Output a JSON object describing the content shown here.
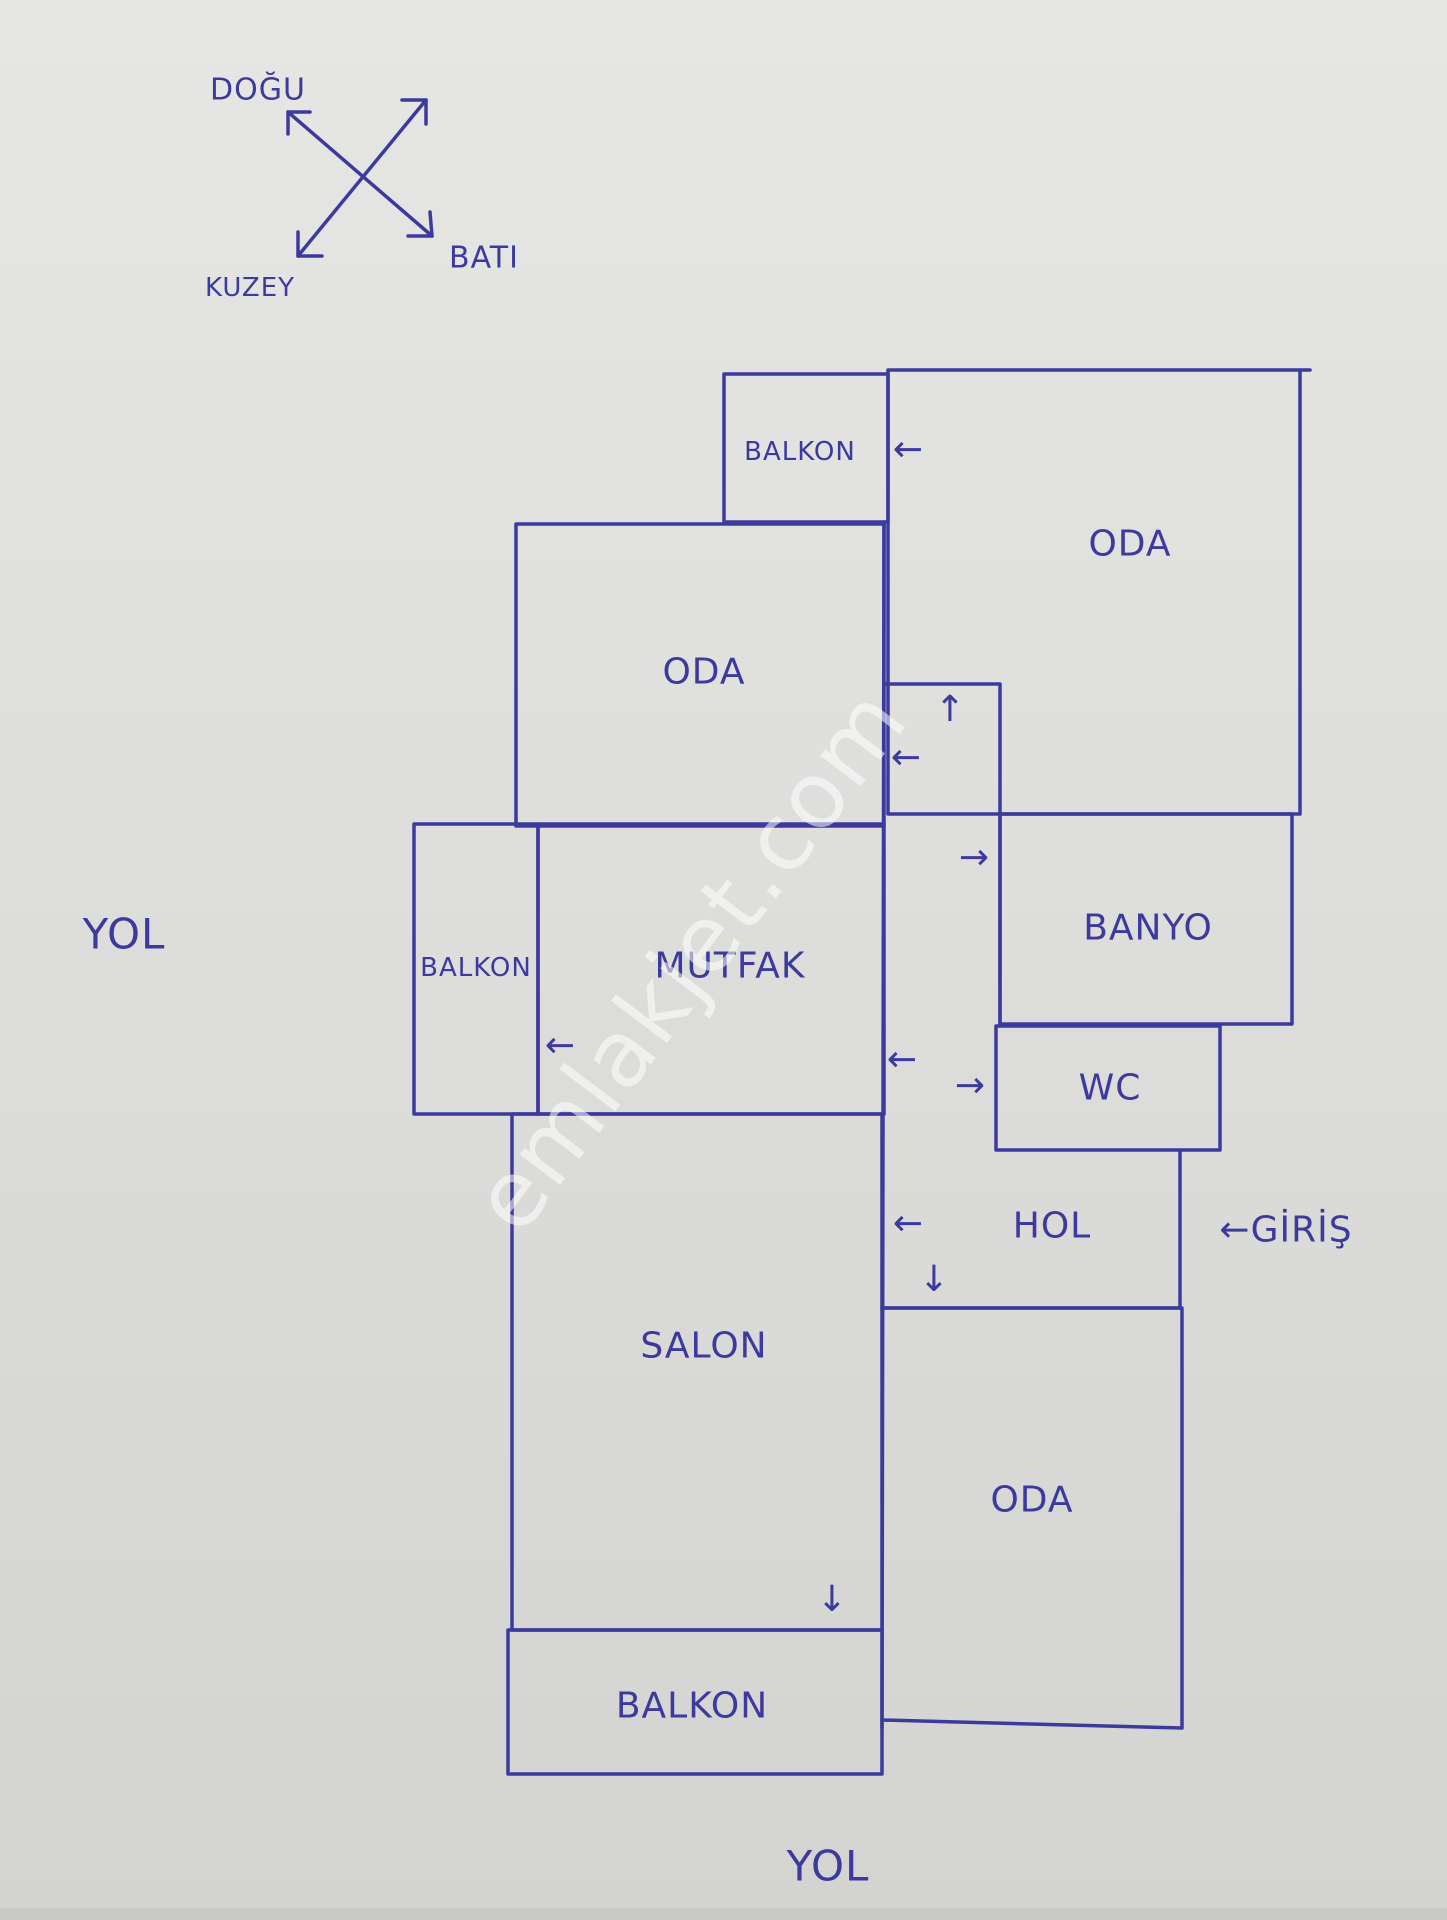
{
  "compass": {
    "east": "DOĞU",
    "north": "KUZEY",
    "west": "BATI"
  },
  "roads": {
    "left": "YOL",
    "bottom": "YOL"
  },
  "rooms": {
    "balkon_top": "BALKON",
    "oda_top_right": "ODA",
    "oda_top_left": "ODA",
    "balkon_left": "BALKON",
    "mutfak": "MUTFAK",
    "banyo": "BANYO",
    "wc": "WC",
    "hol": "HOL",
    "salon": "SALON",
    "oda_bottom": "ODA",
    "balkon_bottom": "BALKON"
  },
  "entrance": "GİRİŞ",
  "arrows": {
    "left": "←",
    "right": "→",
    "up": "↑",
    "down": "↓"
  },
  "watermark": "emlakjet.com"
}
